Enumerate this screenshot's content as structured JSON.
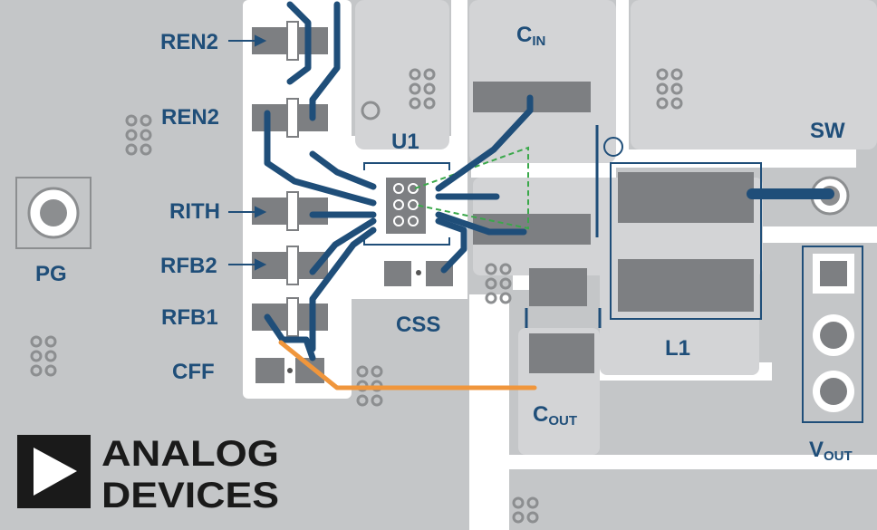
{
  "labels": {
    "ren2_top": "REN2",
    "ren2_bottom": "REN2",
    "rith": "RITH",
    "rfb2": "RFB2",
    "rfb1": "RFB1",
    "cff": "CFF",
    "pg": "PG",
    "u1": "U1",
    "css": "CSS",
    "cin_main": "C",
    "cin_sub": "IN",
    "cout_main": "C",
    "cout_sub": "OUT",
    "sw": "SW",
    "l1": "L1",
    "vout_main": "V",
    "vout_sub": "OUT"
  },
  "logo": {
    "line1": "ANALOG",
    "line2": "DEVICES"
  },
  "colors": {
    "board": "#c4c6c8",
    "copper": "#d3d4d6",
    "pad": "#7d7f82",
    "trace": "#1f4e79",
    "orange_trace": "#f0963c",
    "keepout": "#3aa84a",
    "label": "#1f4e79"
  }
}
